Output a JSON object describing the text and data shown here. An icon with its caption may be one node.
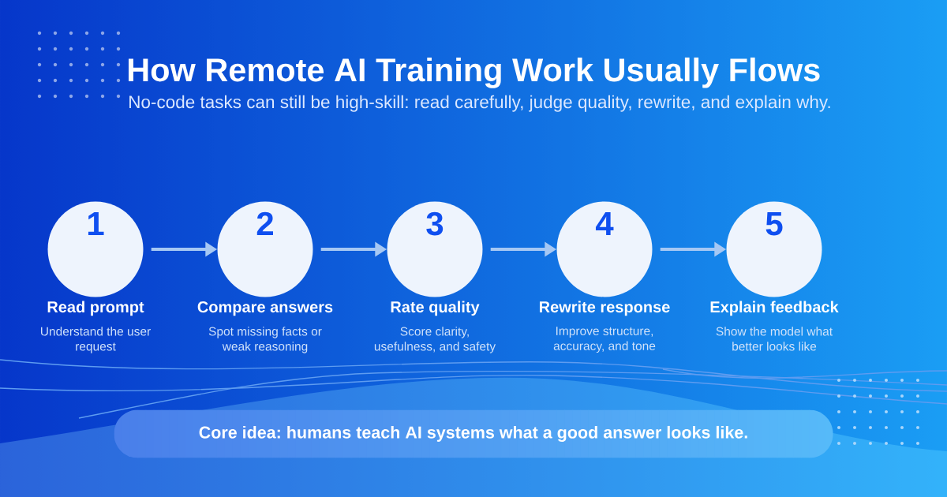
{
  "diagram": {
    "title": "How Remote AI Training Work Usually Flows",
    "nodes": [
      {
        "text": [
          "1",
          "Read prompt",
          "Understand the user request"
        ]
      },
      {
        "text": [
          "2",
          "Compare answers",
          "Spot missing facts or weak reasoning"
        ]
      },
      {
        "text": [
          "3",
          "Rate quality",
          "Score clarity, usefulness, and safety"
        ]
      },
      {
        "text": [
          "4",
          "Rewrite response",
          "Improve structure, accuracy, and tone"
        ]
      },
      {
        "text": [
          "5",
          "Explain feedback",
          "Show the model what better looks like"
        ]
      },
      {
        "text": [
          "Core idea: humans teach AI systems what a good answer looks like."
        ]
      }
    ],
    "edges": [
      {
        "from": 0,
        "to": 1,
        "arrow": "to"
      },
      {
        "from": 1,
        "to": 2,
        "arrow": "to"
      },
      {
        "from": 2,
        "to": 3,
        "arrow": "to"
      },
      {
        "from": 3,
        "to": 4,
        "arrow": "to"
      }
    ],
    "labels": [
      "No-code tasks can still be high-skill: read carefully, judge quality, rewrite, and explain why."
    ]
  }
}
